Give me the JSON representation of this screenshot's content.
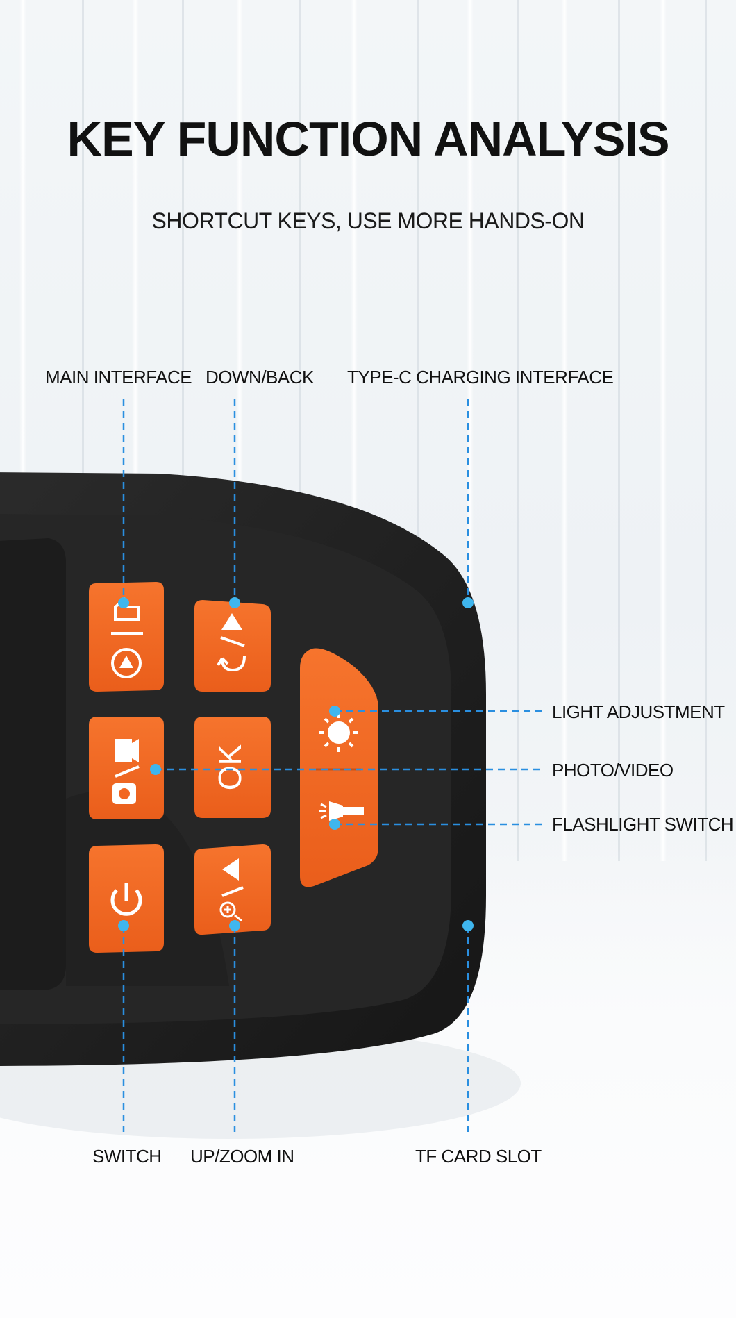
{
  "header": {
    "title": "KEY FUNCTION ANALYSIS",
    "subtitle": "SHORTCUT KEYS, USE MORE HANDS-ON"
  },
  "labels": {
    "main_interface": "MAIN INTERFACE",
    "down_back": "DOWN/BACK",
    "type_c": "TYPE-C CHARGING INTERFACE",
    "light_adjustment": "LIGHT ADJUSTMENT",
    "photo_video": "PHOTO/VIDEO",
    "flashlight_switch": "FLASHLIGHT SWITCH",
    "switch": "SWITCH",
    "up_zoom_in": "UP/ZOOM IN",
    "tf_card_slot": "TF CARD SLOT"
  },
  "buttons": {
    "ok_label": "OK"
  },
  "colors": {
    "button_orange": "#f26722",
    "device_body": "#232323",
    "callout_line": "#2a8fe0",
    "callout_dot": "#3fb6ee"
  },
  "icons": [
    "home-icon",
    "play-icon",
    "down-icon",
    "back-icon",
    "camera-icon",
    "video-icon",
    "power-icon",
    "up-icon",
    "zoom-in-icon",
    "sun-icon",
    "flashlight-icon"
  ]
}
